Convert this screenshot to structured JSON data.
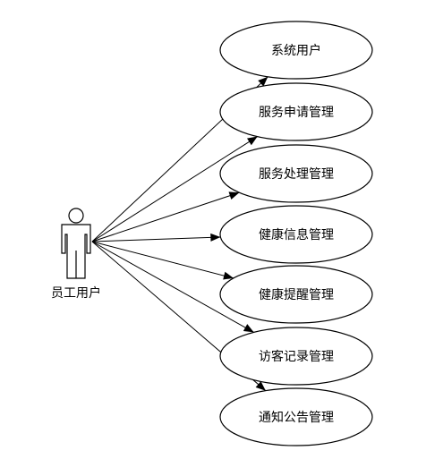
{
  "actor": {
    "name": "员工用户",
    "icon": "stick-figure-actor-icon"
  },
  "use_cases": [
    {
      "id": "uc-1",
      "label": "系统用户"
    },
    {
      "id": "uc-2",
      "label": "服务申请管理"
    },
    {
      "id": "uc-3",
      "label": "服务处理管理"
    },
    {
      "id": "uc-4",
      "label": "健康信息管理"
    },
    {
      "id": "uc-5",
      "label": "健康提醒管理"
    },
    {
      "id": "uc-6",
      "label": "访客记录管理"
    },
    {
      "id": "uc-7",
      "label": "通知公告管理"
    }
  ],
  "colors": {
    "stroke": "#000000",
    "background": "#ffffff"
  }
}
